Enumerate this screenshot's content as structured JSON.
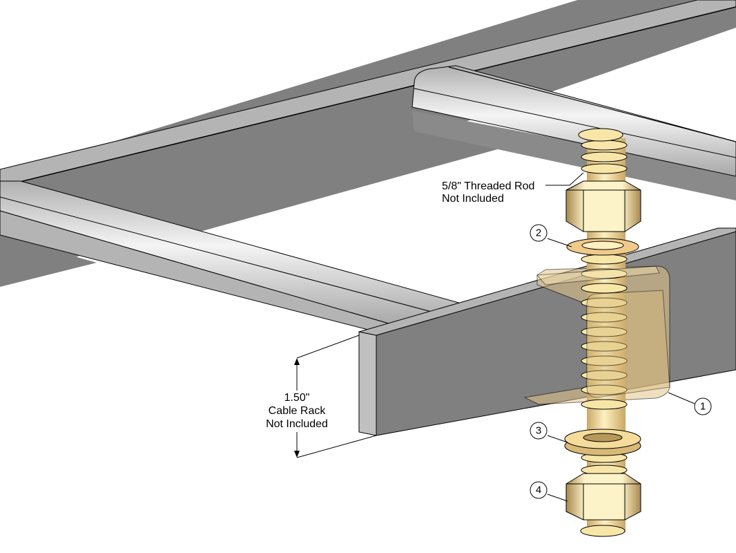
{
  "diagram": {
    "title": "Cable rack threaded rod clamp assembly",
    "annotations": {
      "threaded_rod": [
        "5/8\" Threaded Rod",
        "Not Included"
      ],
      "cable_rack": [
        "1.50\"",
        "Cable Rack",
        "Not Included"
      ]
    },
    "callouts": [
      {
        "id": "1",
        "part": "clamp"
      },
      {
        "id": "2",
        "part": "star-lock-washer"
      },
      {
        "id": "3",
        "part": "split-lock-washer"
      },
      {
        "id": "4",
        "part": "hex-nut-bottom"
      }
    ],
    "colors": {
      "rail_dark": "#808080",
      "rail_light": "#b4b4b4",
      "rail_highlight": "#f2f2f2",
      "brass": "#f5dc9a",
      "brass_dark": "#b8985a",
      "clamp_translucent": "#e8c98a"
    }
  }
}
